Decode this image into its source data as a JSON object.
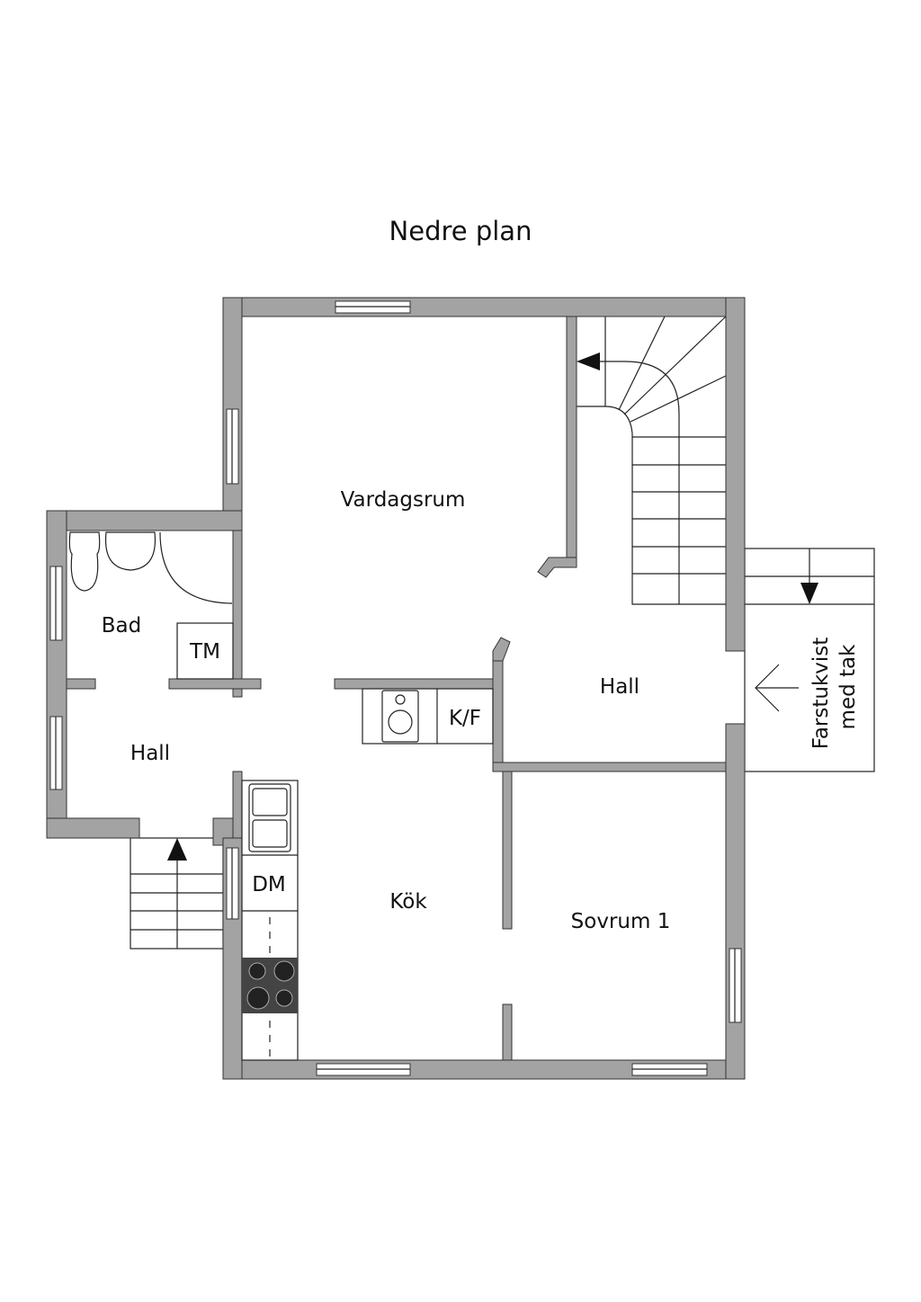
{
  "title": "Nedre plan",
  "rooms": {
    "vardagsrum": "Vardagsrum",
    "bad": "Bad",
    "tm": "TM",
    "hall_left": "Hall",
    "hall_right": "Hall",
    "kf": "K/F",
    "dm": "DM",
    "kok": "Kök",
    "sovrum": "Sovrum 1",
    "farstukvist_line1": "Farstukvist",
    "farstukvist_line2": "med tak"
  },
  "colors": {
    "wall": "#a3a3a3",
    "line": "#222222"
  }
}
